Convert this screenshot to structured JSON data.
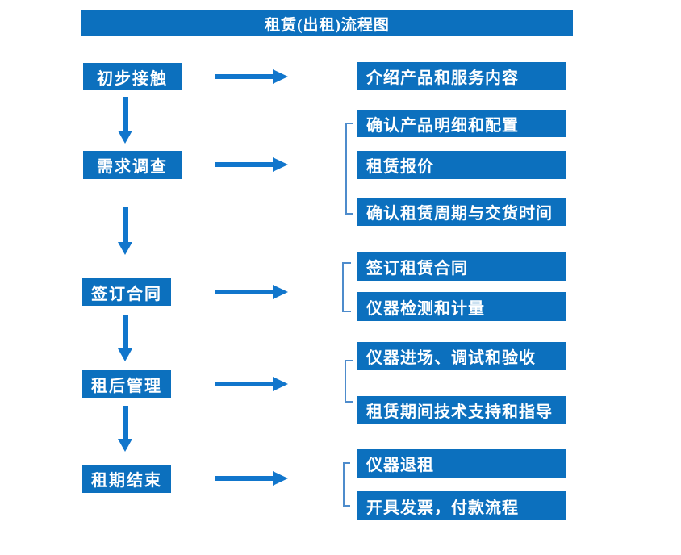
{
  "title": "租赁(出租)流程图",
  "colors": {
    "primary": "#0C70BE",
    "arrow": "#1176CC",
    "bracket": "#4E8CCC",
    "text": "#FFFFFF",
    "bg": "#FFFFFF"
  },
  "steps": [
    {
      "label": "初步接触",
      "details": [
        "介绍产品和服务内容"
      ]
    },
    {
      "label": "需求调查",
      "details": [
        "确认产品明细和配置",
        "租赁报价",
        "确认租赁周期与交货时间"
      ]
    },
    {
      "label": "签订合同",
      "details": [
        "签订租赁合同",
        "仪器检测和计量"
      ]
    },
    {
      "label": "租后管理",
      "details": [
        "仪器进场、调试和验收",
        "租赁期间技术支持和指导"
      ]
    },
    {
      "label": "租期结束",
      "details": [
        "仪器退租",
        "开具发票，付款流程"
      ]
    }
  ]
}
